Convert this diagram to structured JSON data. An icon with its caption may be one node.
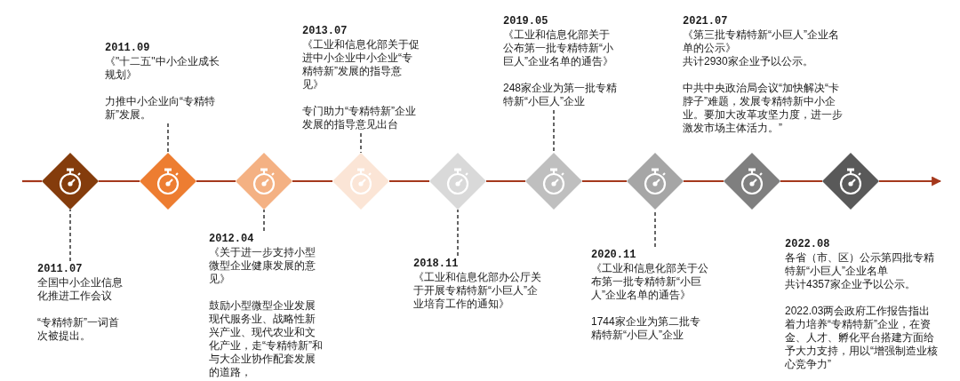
{
  "diagram": {
    "nodes": [
      {
        "text": [],
        "shape": "diamond"
      },
      {
        "text": [],
        "shape": "diamond"
      },
      {
        "text": [],
        "shape": "diamond"
      },
      {
        "text": [],
        "shape": "diamond"
      },
      {
        "text": [],
        "shape": "diamond"
      },
      {
        "text": [],
        "shape": "diamond"
      },
      {
        "text": [],
        "shape": "diamond"
      },
      {
        "text": [],
        "shape": "diamond"
      },
      {
        "text": [],
        "shape": "diamond"
      },
      {
        "text": [
          "2011.07",
          "全国中小企业信息化推进工作会议",
          "“专精特新”一词首次被提出。"
        ]
      },
      {
        "text": [
          "2011.09",
          "《\"十二五\"中小企业成长规划》",
          "力推中小企业向“专精特新”发展。"
        ]
      },
      {
        "text": [
          "2012.04",
          "《关于进一步支持小型微型企业健康发展的意见》",
          "鼓励小型微型企业发展现代服务业、战略性新兴产业、现代农业和文化产业，走“专精特新”和与大企业协作配套发展的道路，"
        ]
      },
      {
        "text": [
          "2013.07",
          "《工业和信息化部关于促进中小企业中小企业“专精特新”发展的指导意见》",
          "专门助力“专精特新”企业发展的指导意见出台"
        ]
      },
      {
        "text": [
          "2018.11",
          "《工业和信息化部办公厅关于开展专精特新“小巨人”企业培育工作的通知》"
        ]
      },
      {
        "text": [
          "2019.05",
          "《工业和信息化部关于公布第一批专精特新“小巨人”企业名单的通告》",
          "248家企业为第一批专精特新“小巨人”企业"
        ]
      },
      {
        "text": [
          "2020.11",
          "《工业和信息化部关于公布第一批专精特新“小巨人”企业名单的通告》",
          "1744家企业为第二批专精特新“小巨人”企业"
        ]
      },
      {
        "text": [
          "2021.07",
          "《第三批专精特新“小巨人”企业名单的公示》",
          "共计2930家企业予以公示。",
          "中共中央政治局会议“加快解决“卡脖子”难题，发展专精特新中小企业。要加大改革攻坚力度，进一步激发市场主体活力。”"
        ]
      },
      {
        "text": [
          "2022.08",
          "各省（市、区）公示第四批专精特新“小巨人”企业名单",
          "共计4357家企业予以公示。",
          "2022.03两会政府工作报告指出着力培养“专精特新”企业，在资金、人才、孵化平台搭建方面给予大力支持，用以“增强制造业核心竞争力”"
        ]
      }
    ],
    "edges": [
      {
        "from": null,
        "to": 0,
        "arrow": "none",
        "color": "#a5381c"
      },
      {
        "from": 0,
        "to": 1,
        "arrow": "none",
        "color": "#a5381c"
      },
      {
        "from": 1,
        "to": 2,
        "arrow": "none",
        "color": "#a5381c"
      },
      {
        "from": 2,
        "to": 3,
        "arrow": "none",
        "color": "#a5381c"
      },
      {
        "from": 3,
        "to": 4,
        "arrow": "none",
        "color": "#a5381c"
      },
      {
        "from": 4,
        "to": 5,
        "arrow": "none",
        "color": "#a5381c"
      },
      {
        "from": 5,
        "to": 6,
        "arrow": "none",
        "color": "#a5381c"
      },
      {
        "from": 6,
        "to": 7,
        "arrow": "none",
        "color": "#a5381c"
      },
      {
        "from": 7,
        "to": 8,
        "arrow": "none",
        "color": "#a5381c"
      },
      {
        "from": 8,
        "to": null,
        "arrow": "to",
        "color": "#a5381c"
      },
      {
        "from": 9,
        "to": 0,
        "arrow": "none",
        "style": "dashed",
        "color": "#000000"
      },
      {
        "from": 10,
        "to": 1,
        "arrow": "none",
        "style": "dashed",
        "color": "#000000"
      },
      {
        "from": 11,
        "to": 2,
        "arrow": "none",
        "style": "dashed",
        "color": "#000000"
      },
      {
        "from": 12,
        "to": 3,
        "arrow": "none",
        "style": "dashed",
        "color": "#000000"
      },
      {
        "from": 13,
        "to": 4,
        "arrow": "none",
        "style": "dashed",
        "color": "#000000"
      },
      {
        "from": 14,
        "to": 5,
        "arrow": "none",
        "style": "dashed",
        "color": "#000000"
      },
      {
        "from": 15,
        "to": 6,
        "arrow": "none",
        "style": "dashed",
        "color": "#000000"
      }
    ]
  }
}
